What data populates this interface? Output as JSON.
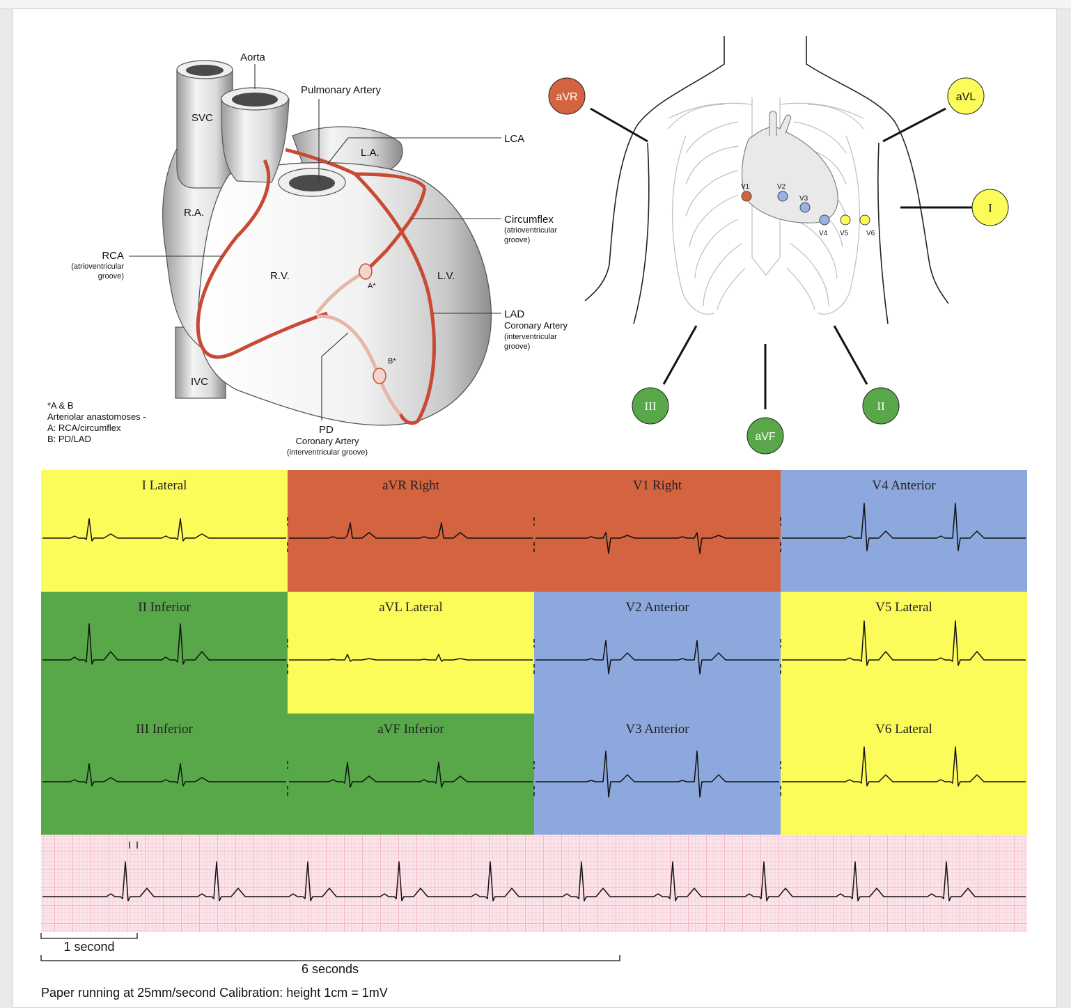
{
  "heart": {
    "labels": {
      "aorta": "Aorta",
      "pulmonary_artery": "Pulmonary Artery",
      "svc": "SVC",
      "lca": "LCA",
      "la": "L.A.",
      "ra": "R.A.",
      "circumflex": "Circumflex",
      "circumflex_sub1": "(atrioventricular",
      "circumflex_sub2": "groove)",
      "rca": "RCA",
      "rca_sub1": "(atrioventricular",
      "rca_sub2": "groove)",
      "rv": "R.V.",
      "lv": "L.V.",
      "a_star": "A*",
      "b_star": "B*",
      "lad": "LAD",
      "lad_sub1": "Coronary Artery",
      "lad_sub2": "(interventricular",
      "lad_sub3": "groove)",
      "ivc": "IVC",
      "pd": "PD",
      "pd_sub1": "Coronary Artery",
      "pd_sub2": "(interventricular groove)"
    },
    "note": {
      "line1": "*A & B",
      "line2": "Arteriolar anastomoses -",
      "line3": "A: RCA/circumflex",
      "line4": "B: PD/LAD"
    }
  },
  "torso": {
    "limb_leads": {
      "avr": "aVR",
      "avl": "aVL",
      "i": "I",
      "iii": "III",
      "ii": "II",
      "avf": "aVF"
    },
    "precordial": [
      "V1",
      "V2",
      "V3",
      "V4",
      "V5",
      "V6"
    ]
  },
  "ecg": {
    "panels": [
      {
        "title": "I Lateral",
        "color": "#fbfb5a"
      },
      {
        "title": "aVR Right",
        "color": "#d4633f"
      },
      {
        "title": "V1 Right",
        "color": "#d4633f"
      },
      {
        "title": "V4 Anterior",
        "color": "#8ca8dc"
      },
      {
        "title": "II Inferior",
        "color": "#58a84a"
      },
      {
        "title": "aVL Lateral",
        "color": "#fbfb5a"
      },
      {
        "title": "V2 Anterior",
        "color": "#8ca8dc"
      },
      {
        "title": "V5 Lateral",
        "color": "#fbfb5a"
      },
      {
        "title": "III Inferior",
        "color": "#58a84a"
      },
      {
        "title": "aVF Inferior",
        "color": "#58a84a"
      },
      {
        "title": "V3 Anterior",
        "color": "#8ca8dc"
      },
      {
        "title": "V6 Lateral",
        "color": "#fbfb5a"
      }
    ],
    "rhythm_strip_color": "#fbe4ea"
  },
  "scale": {
    "one_second": "1 second",
    "six_seconds": "6 seconds",
    "footer": "Paper running at 25mm/second  Calibration: height 1cm = 1mV"
  },
  "colors": {
    "red_lead": "#d4633f",
    "yellow_lead": "#fbfb5a",
    "green_lead": "#58a84a",
    "blue_electrode": "#9bb1e6",
    "artery": "#c84a35"
  }
}
